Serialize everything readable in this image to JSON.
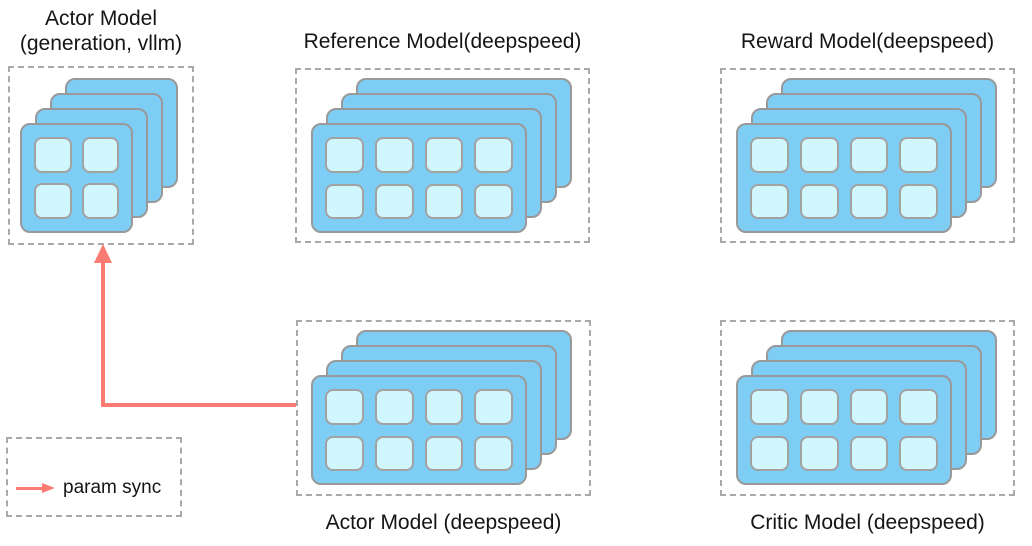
{
  "colors": {
    "card_fill": "#7dcdf5",
    "card_border": "#999999",
    "cell_fill": "#d0f7fd",
    "cell_border": "#a2a2a2",
    "dashed_border": "#a9a9a9",
    "arrow": "#fa7b71",
    "text": "#151515",
    "background": "#ffffff"
  },
  "groups": [
    {
      "name": "actor-generation",
      "label_lines": [
        "Actor Model",
        "(generation, vllm)"
      ],
      "label_position": "top",
      "card_layers": 4,
      "cells_per_card": {
        "rows": 2,
        "cols": 2
      }
    },
    {
      "name": "reference",
      "label_lines": [
        "Reference Model(deepspeed)"
      ],
      "label_position": "top",
      "card_layers": 4,
      "cells_per_card": {
        "rows": 2,
        "cols": 4
      }
    },
    {
      "name": "reward",
      "label_lines": [
        "Reward Model(deepspeed)"
      ],
      "label_position": "top",
      "card_layers": 4,
      "cells_per_card": {
        "rows": 2,
        "cols": 4
      }
    },
    {
      "name": "actor-training",
      "label_lines": [
        "Actor Model (deepspeed)"
      ],
      "label_position": "bottom",
      "card_layers": 4,
      "cells_per_card": {
        "rows": 2,
        "cols": 4
      }
    },
    {
      "name": "critic",
      "label_lines": [
        "Critic Model (deepspeed)"
      ],
      "label_position": "bottom",
      "card_layers": 4,
      "cells_per_card": {
        "rows": 2,
        "cols": 4
      }
    }
  ],
  "legend": {
    "label": "param sync"
  },
  "arrow": {
    "meaning": "param sync",
    "from": "Actor Model (deepspeed)",
    "to": "Actor Model (generation, vllm)"
  }
}
